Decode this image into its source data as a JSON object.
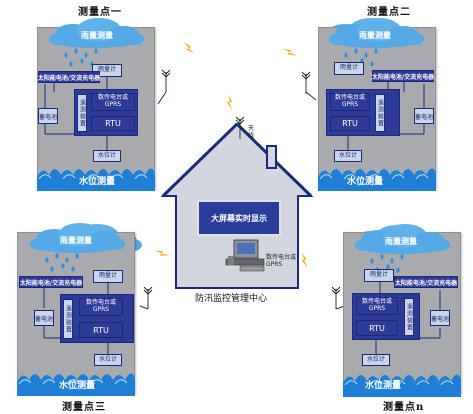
{
  "center": {
    "title": "防汛监控管理中心",
    "screen_label": "大屏幕实时显示",
    "antenna_label": "天线",
    "dtu_label": "数传电台或GPRS"
  },
  "stations": [
    {
      "title": "测量点一",
      "rain": "雨量测量",
      "rain_gauge": "雨量计",
      "solar": "太阳能电池/交流充电器",
      "telemetry": "遥测装置",
      "dtu": "数传电台或GPRS",
      "rtu": "RTU",
      "battery": "蓄电池",
      "level_gauge": "水位计",
      "water": "水位测量"
    },
    {
      "title": "测量点二",
      "rain": "雨量测量",
      "rain_gauge": "雨量计",
      "solar": "太阳能电池/交流充电器",
      "telemetry": "遥测装置",
      "dtu": "数传电台或GPRS",
      "rtu": "RTU",
      "battery": "蓄电池",
      "level_gauge": "水位计",
      "water": "水位测量"
    },
    {
      "title": "测量点三",
      "rain": "雨量测量",
      "rain_gauge": "雨量计",
      "solar": "太阳能电池/交流充电器",
      "telemetry": "遥测装置",
      "dtu": "数传电台或GPRS",
      "rtu": "RTU",
      "battery": "蓄电池",
      "level_gauge": "水位计",
      "water": "水位测量"
    },
    {
      "title": "测量点n",
      "rain": "雨量测量",
      "rain_gauge": "雨量计",
      "solar": "太阳能电池/交流充电器",
      "telemetry": "遥测装置",
      "dtu": "数传电台或GPRS",
      "rtu": "RTU",
      "battery": "蓄电池",
      "level_gauge": "水位计",
      "water": "水位测量"
    }
  ],
  "colors": {
    "panel": "#a9aaad",
    "device_dark": "#2d3a96",
    "device_light": "#c9d6ea",
    "water": "#1f7fd6",
    "cloud": "#55a9e6",
    "lightning": "#f5a800",
    "house_fill": "#d3d6de",
    "house_stroke": "#1a2a7a"
  }
}
